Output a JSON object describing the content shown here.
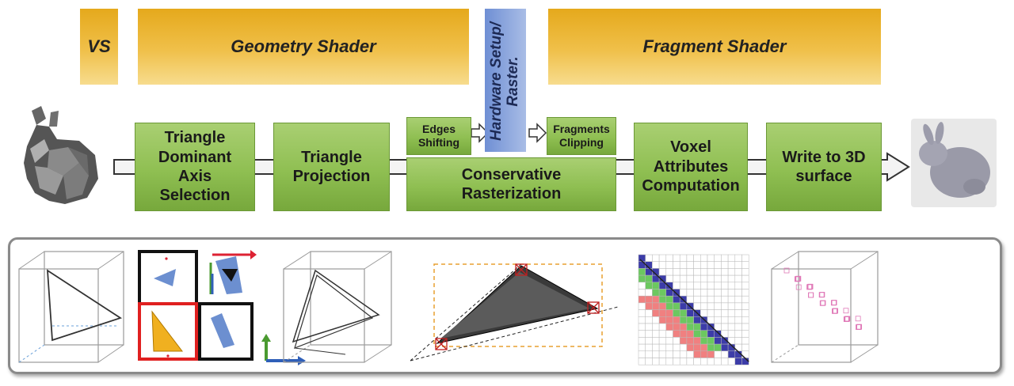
{
  "stages": {
    "vs": "VS",
    "geometry_shader": "Geometry Shader",
    "hardware": "Hardware Setup/\nRaster.",
    "fragment_shader": "Fragment Shader"
  },
  "pipeline": {
    "dominant_axis": "Triangle\nDominant\nAxis\nSelection",
    "projection": "Triangle\nProjection",
    "edges_shifting": "Edges\nShifting",
    "fragments_clipping": "Fragments\nClipping",
    "conservative_rasterization": "Conservative\nRasterization",
    "voxel_attributes": "Voxel\nAttributes\nComputation",
    "write_surface": "Write to 3D\nsurface"
  },
  "colors": {
    "stage_gold": "#f0c04a",
    "hardware_blue": "#8aa5dc",
    "box_green": "#8fbf52",
    "pink": "#e8a0c8"
  }
}
